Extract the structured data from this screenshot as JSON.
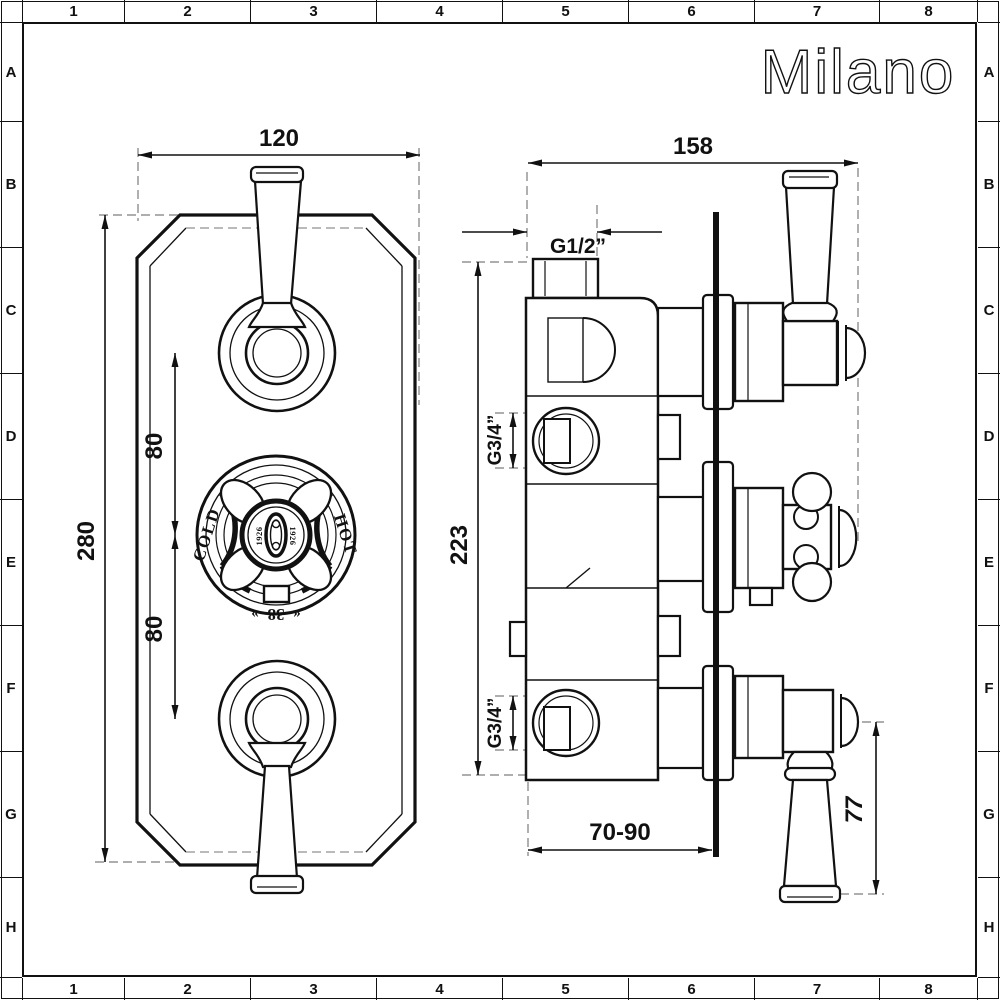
{
  "drawing": {
    "brand_logo": "Milano",
    "grid": {
      "columns": [
        "1",
        "2",
        "3",
        "4",
        "5",
        "6",
        "7",
        "8"
      ],
      "rows": [
        "A",
        "B",
        "C",
        "D",
        "E",
        "F",
        "G",
        "H"
      ]
    },
    "front_view": {
      "width_mm": "120",
      "height_mm": "280",
      "upper_spacing_mm": "80",
      "lower_spacing_mm": "80",
      "dial": {
        "cold_label": "COLD",
        "hot_label": "HOT",
        "safety_stop_temp": "38",
        "left_chevrons": "«",
        "right_chevrons": "»",
        "engraving_left": "1926",
        "engraving_right": "1926"
      }
    },
    "side_view": {
      "total_depth_mm": "158",
      "top_outlet_thread": "G1/2”",
      "body_height_mm": "223",
      "upper_port_thread": "G3/4”",
      "lower_port_thread": "G3/4”",
      "installation_depth_mm": "70-90",
      "handle_length_mm": "77"
    },
    "colors": {
      "line": "#111111",
      "dashed_line": "#a3a3a3",
      "background": "#ffffff"
    }
  }
}
